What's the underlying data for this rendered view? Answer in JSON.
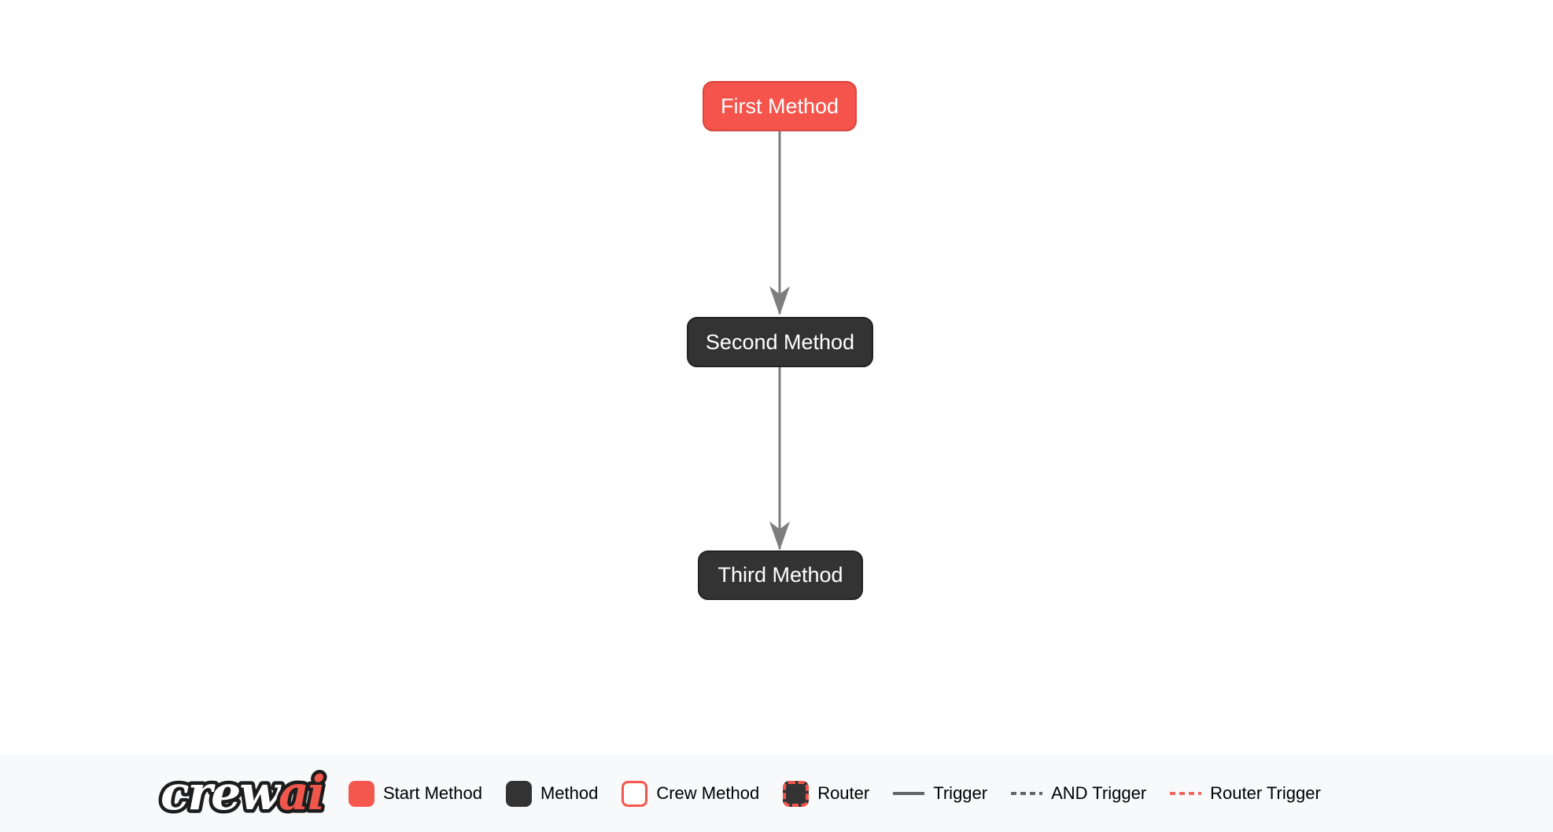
{
  "diagram": {
    "nodes": [
      {
        "id": "first_method",
        "label": "First Method",
        "type": "start-method"
      },
      {
        "id": "second_method",
        "label": "Second Method",
        "type": "method"
      },
      {
        "id": "third_method",
        "label": "Third Method",
        "type": "method"
      }
    ],
    "edges": [
      {
        "from": "first_method",
        "to": "second_method",
        "type": "trigger"
      },
      {
        "from": "second_method",
        "to": "third_method",
        "type": "trigger"
      }
    ]
  },
  "legend": {
    "logo": {
      "crew": "crew",
      "ai": "ai"
    },
    "items": [
      {
        "label": "Start Method",
        "swatch": "start-square"
      },
      {
        "label": "Method",
        "swatch": "method-square"
      },
      {
        "label": "Crew Method",
        "swatch": "crew-square"
      },
      {
        "label": "Router",
        "swatch": "router-square"
      },
      {
        "label": "Trigger",
        "swatch": "solid-gray-line"
      },
      {
        "label": "AND Trigger",
        "swatch": "dashed-gray-line"
      },
      {
        "label": "Router Trigger",
        "swatch": "dashed-red-line"
      }
    ]
  },
  "colors": {
    "accent_red": "#F4544B",
    "accent_red_border": "#D8463D",
    "node_dark": "#333333",
    "edge_gray": "#7E7E7E",
    "legend_line_gray": "#666666",
    "footer_background": "#F8F9FA",
    "canvas_background": "#FFFFFF",
    "node_text": "#FFFFFF"
  }
}
